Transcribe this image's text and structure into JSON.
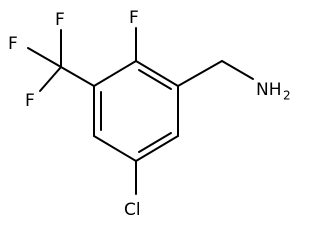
{
  "molecule": {
    "atoms": {
      "f_top": "F",
      "f_left": "F",
      "f_lower": "F",
      "f_ring": "F",
      "nh2_main": "NH",
      "nh2_subscript": "2",
      "cl": "Cl"
    },
    "colors": {
      "bond": "#000000",
      "label": "#000000",
      "background": "#ffffff"
    }
  }
}
